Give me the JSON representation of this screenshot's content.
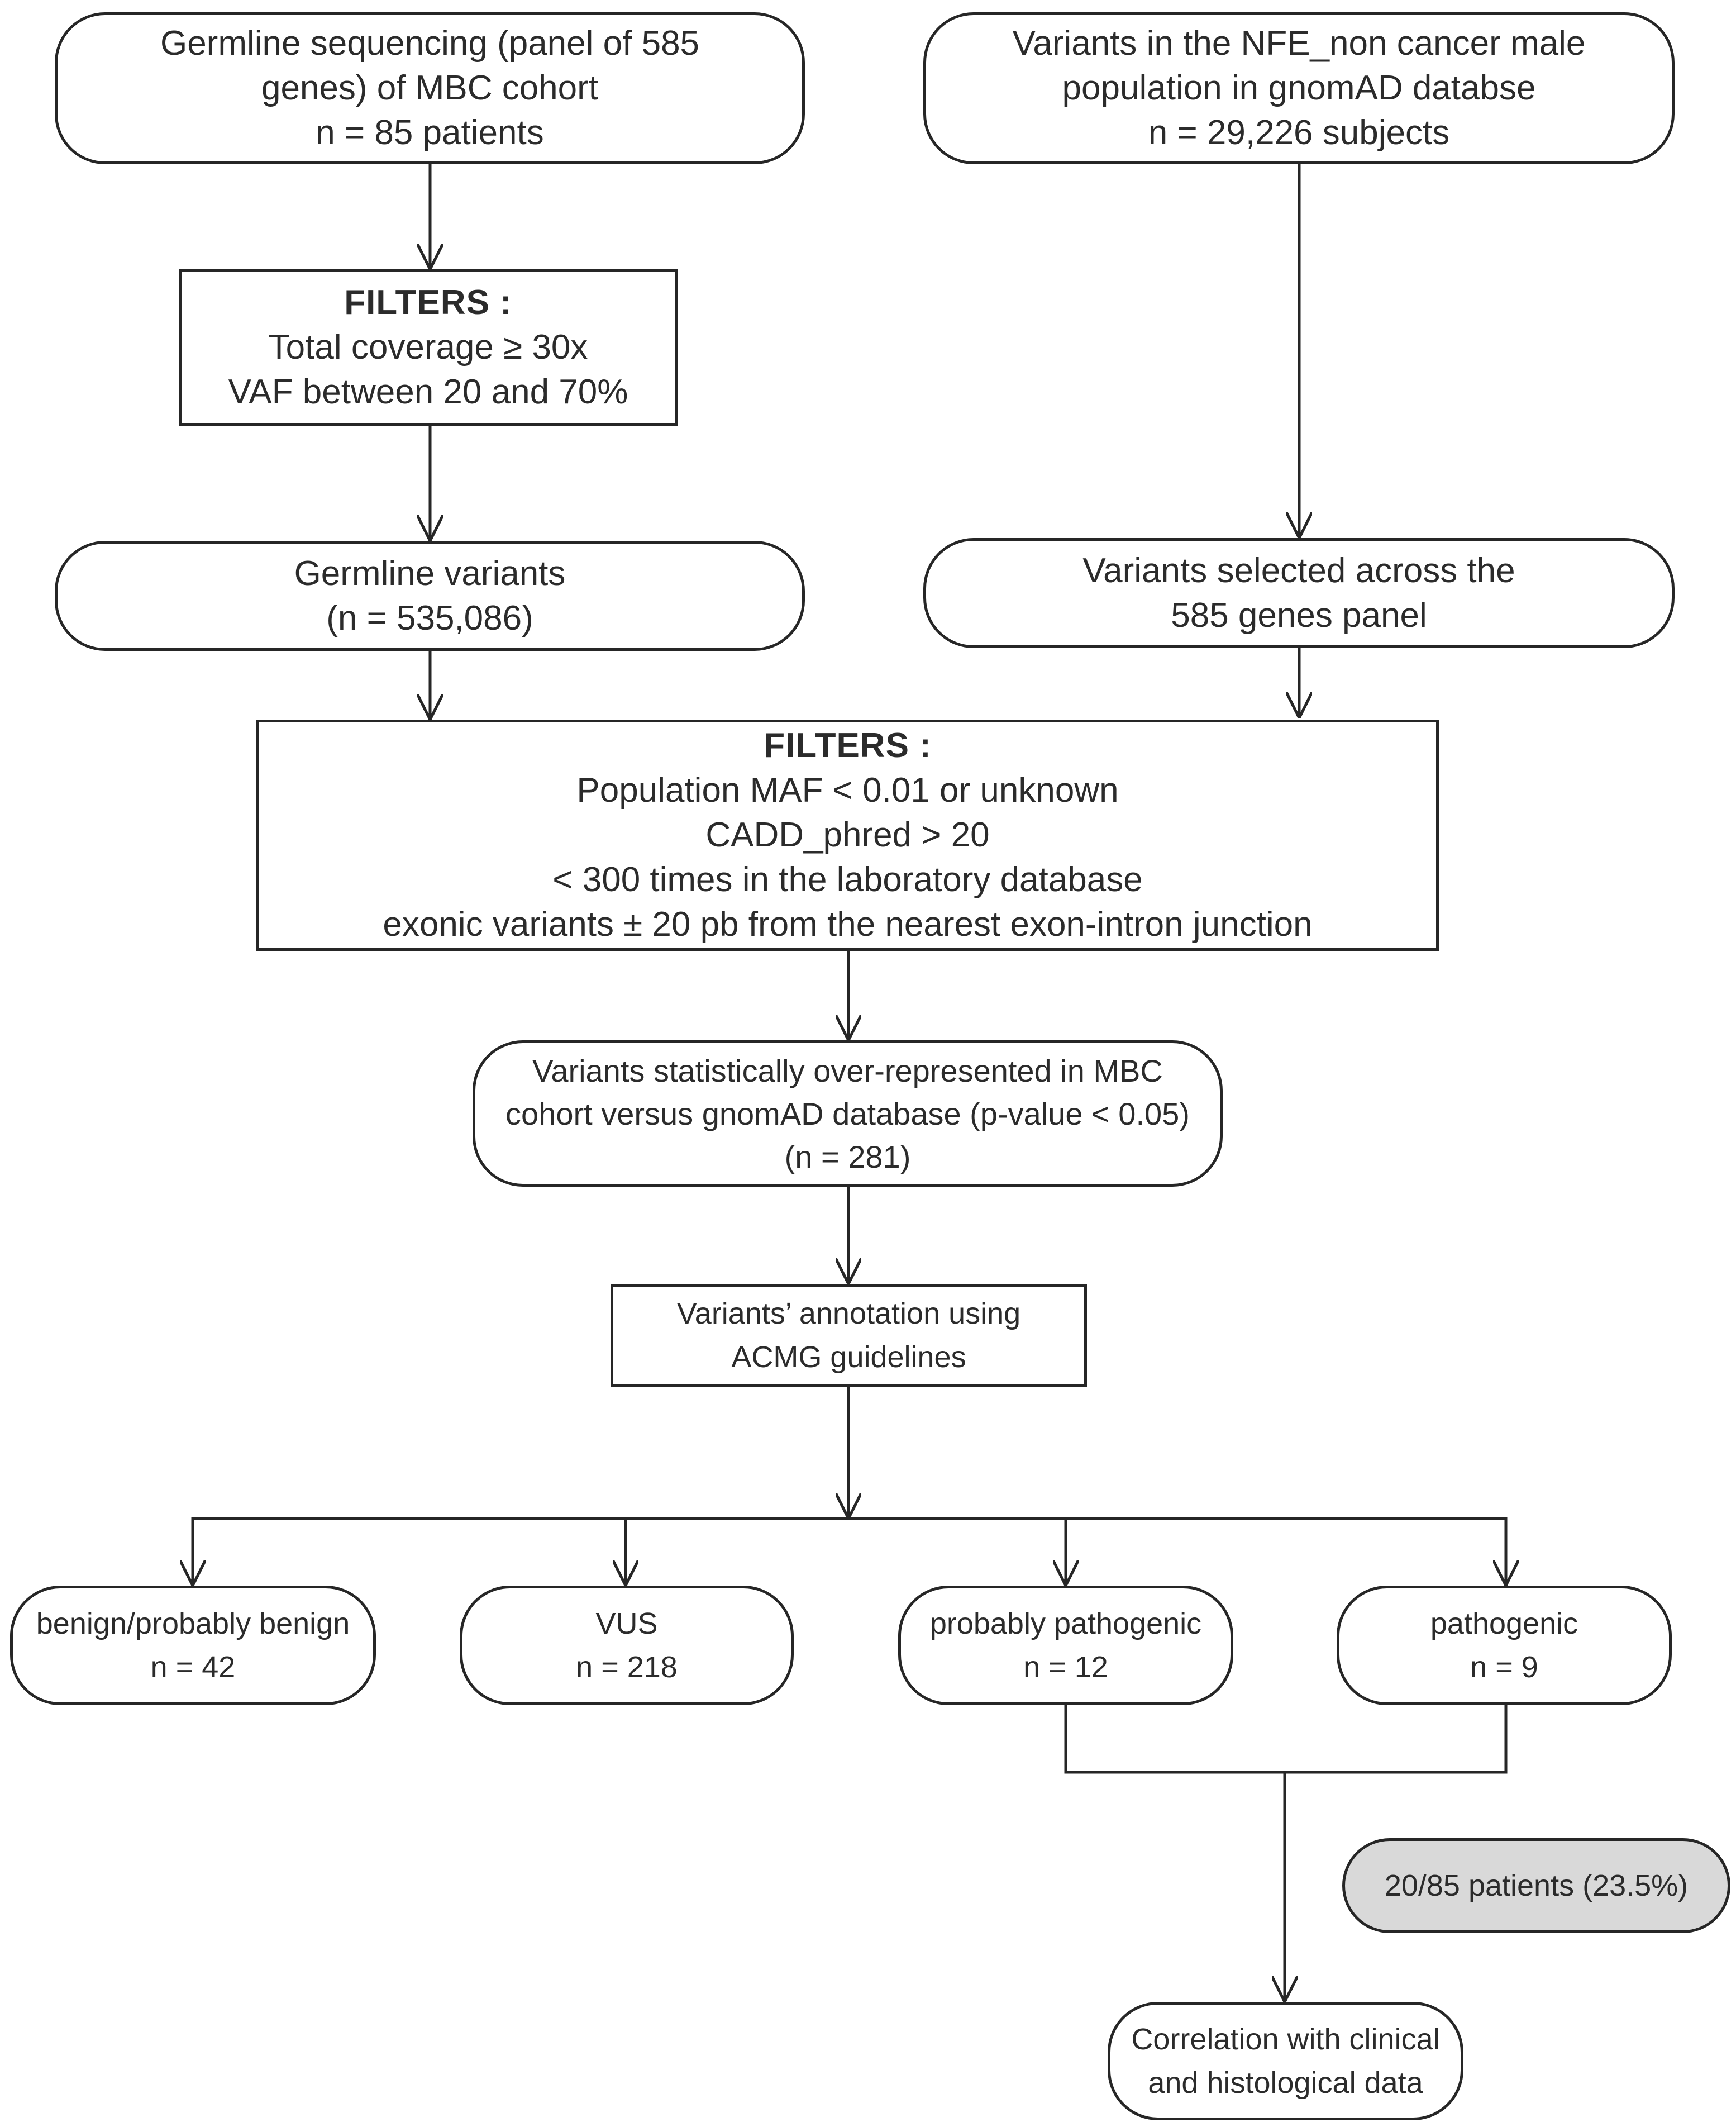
{
  "colors": {
    "stroke": "#262626",
    "text": "#2b2b2b",
    "summary_fill": "#d9d9d9"
  },
  "boxes": {
    "mbc_cohort": {
      "lines": [
        "Germline sequencing (panel of 585",
        "genes) of MBC cohort",
        "n = 85 patients"
      ]
    },
    "gnomad_pop": {
      "lines": [
        "Variants in the NFE_non cancer male",
        "population in gnomAD databse",
        "n = 29,226 subjects"
      ]
    },
    "filters_1": {
      "heading": "FILTERS :",
      "lines": [
        "Total coverage ≥ 30x",
        "VAF between 20 and 70%"
      ]
    },
    "germline_variants": {
      "lines": [
        "Germline variants",
        "(n = 535,086)"
      ]
    },
    "gnomad_selected": {
      "lines": [
        "Variants selected across the",
        "585 genes panel"
      ]
    },
    "filters_2": {
      "heading": "FILTERS :",
      "lines": [
        "Population MAF < 0.01 or unknown",
        "CADD_phred > 20",
        "< 300 times in the laboratory database",
        "exonic variants ± 20 pb from the nearest exon-intron junction"
      ]
    },
    "over_represented": {
      "lines": [
        "Variants statistically over-represented in MBC",
        "cohort versus gnomAD database (p-value < 0.05)",
        "(n = 281)"
      ]
    },
    "acmg_annotation": {
      "lines": [
        "Variants’ annotation using",
        "ACMG guidelines"
      ]
    },
    "benign": {
      "lines": [
        "benign/probably benign",
        "n = 42"
      ]
    },
    "vus": {
      "lines": [
        "VUS",
        "n = 218"
      ]
    },
    "probably_pathogenic": {
      "lines": [
        "probably pathogenic",
        "n = 12"
      ]
    },
    "pathogenic": {
      "lines": [
        "pathogenic",
        "n = 9"
      ]
    },
    "patients_summary": {
      "lines": [
        "20/85 patients (23.5%)"
      ]
    },
    "correlation": {
      "lines": [
        "Correlation with clinical",
        "and histological data"
      ]
    }
  }
}
